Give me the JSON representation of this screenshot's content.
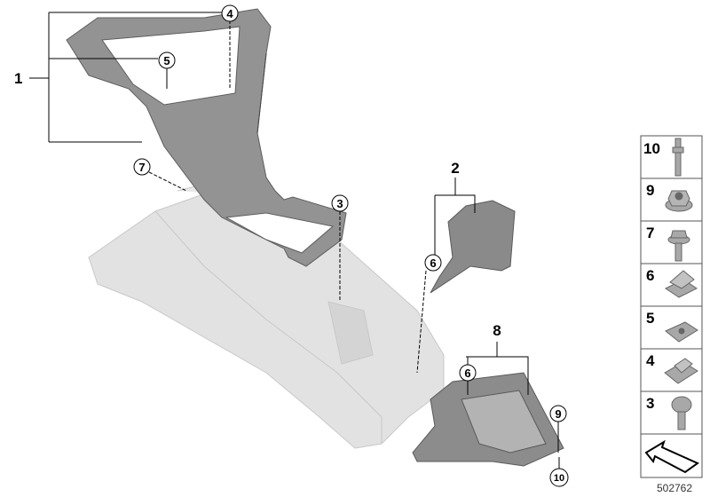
{
  "diagram_number": "502762",
  "callouts": {
    "c1": "1",
    "c2": "2",
    "c3": "3",
    "c4": "4",
    "c5": "5",
    "c6a": "6",
    "c6b": "6",
    "c7": "7",
    "c8": "8",
    "c9": "9",
    "c10": "10"
  },
  "legend": [
    {
      "number": "10",
      "icon": "bolt-icon"
    },
    {
      "number": "9",
      "icon": "flange-nut-icon"
    },
    {
      "number": "7",
      "icon": "hex-bolt-icon"
    },
    {
      "number": "6",
      "icon": "clip-nut-icon"
    },
    {
      "number": "5",
      "icon": "speed-nut-icon"
    },
    {
      "number": "4",
      "icon": "clip-icon"
    },
    {
      "number": "3",
      "icon": "torx-screw-icon"
    },
    {
      "number": "",
      "icon": "direction-arrow-icon"
    }
  ],
  "colors": {
    "part": "#8f8f8f",
    "part_dark": "#6e6e6e",
    "ghost": "#dcdcdc",
    "ghost_edge": "#c4c4c4"
  }
}
